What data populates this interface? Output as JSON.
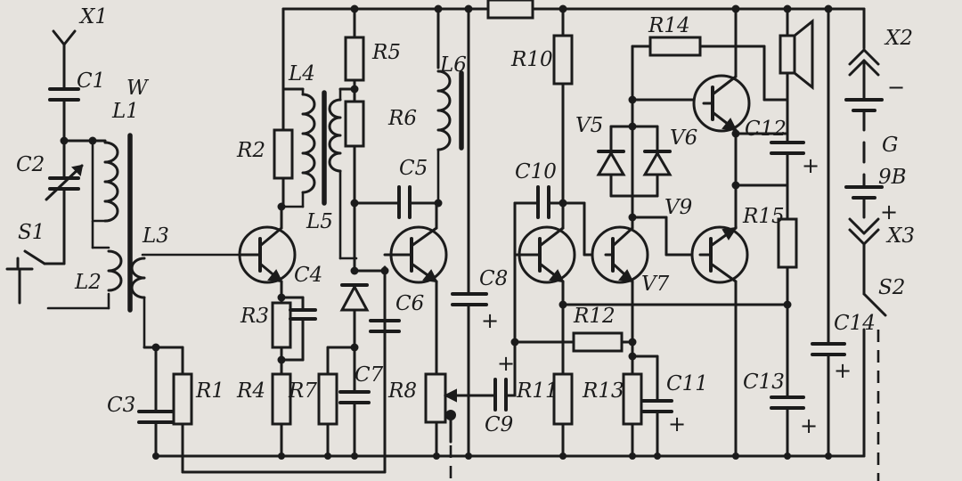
{
  "labels": {
    "X1": "X1",
    "X2": "X2",
    "X3": "X3",
    "W": "W",
    "C1": "C1",
    "C2": "C2",
    "C3": "C3",
    "C4": "C4",
    "C5": "C5",
    "C6": "C6",
    "C7": "C7",
    "C8": "C8",
    "C9": "C9",
    "C10": "C10",
    "C11": "C11",
    "C12": "C12",
    "C13": "C13",
    "C14": "C14",
    "L1": "L1",
    "L2": "L2",
    "L3": "L3",
    "L4": "L4",
    "L5": "L5",
    "L6": "L6",
    "R1": "R1",
    "R2": "R2",
    "R3": "R3",
    "R4": "R4",
    "R5": "R5",
    "R6": "R6",
    "R7": "R7",
    "R8": "R8",
    "R10": "R10",
    "R11": "R11",
    "R12": "R12",
    "R13": "R13",
    "R14": "R14",
    "R15": "R15",
    "V5": "V5",
    "V6": "V6",
    "V7": "V7",
    "V9": "V9",
    "S1": "S1",
    "S2": "S2",
    "G": "G",
    "G_voltage": "9B"
  },
  "polarity": {
    "plus": "+",
    "minus": "−"
  },
  "colors": {
    "ink": "#1b1b1b",
    "paper": "#e6e3de"
  },
  "icons": {
    "antenna": "antenna-icon",
    "speaker": "speaker-icon",
    "battery": "battery-icon",
    "diode": "diode-icon",
    "transistor": "transistor-icon",
    "ground": "ground-icon"
  }
}
